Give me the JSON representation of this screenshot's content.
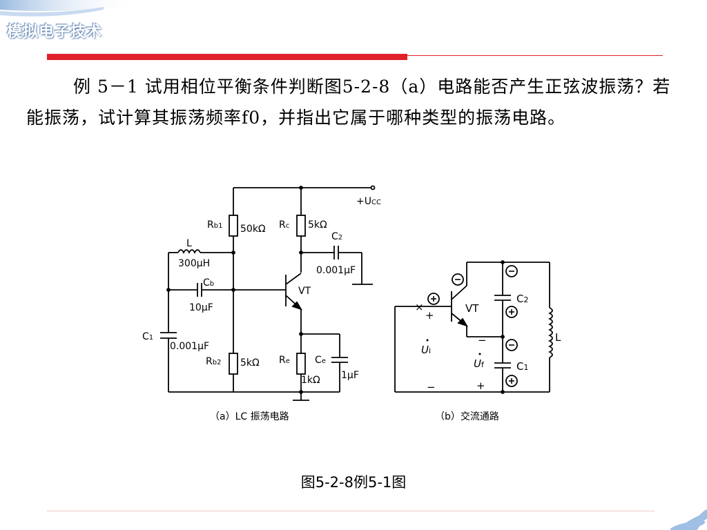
{
  "header": {
    "title": "模拟电子技术"
  },
  "problem": {
    "text": "例 5－1  试用相位平衡条件判断图5-2-8（a）电路能否产生正弦波振荡？若能振荡，试计算其振荡频率f0，并指出它属于哪种类型的振荡电路。"
  },
  "circuit_a": {
    "supply": "+U",
    "supply_sub": "CC",
    "rb1": "R",
    "rb1_sub": "b1",
    "rb1_val": "50kΩ",
    "rc": "R",
    "rc_sub": "c",
    "rc_val": "5kΩ",
    "c2": "C",
    "c2_sub": "2",
    "c2_val": "0.001μF",
    "l": "L",
    "l_val": "300μH",
    "cb": "C",
    "cb_sub": "b",
    "cb_val": "10μF",
    "vt": "VT",
    "c1": "C",
    "c1_sub": "1",
    "c1_val": "0.001μF",
    "rb2": "R",
    "rb2_sub": "b2",
    "rb2_val": "5kΩ",
    "re": "R",
    "re_sub": "e",
    "re_val": "1kΩ",
    "ce": "C",
    "ce_sub": "e",
    "ce_val": "1μF",
    "caption": "（a）LC 振荡电路"
  },
  "circuit_b": {
    "vt": "VT",
    "c2": "C",
    "c2_sub": "2",
    "c1": "C",
    "c1_sub": "1",
    "l": "L",
    "ui": "U",
    "ui_sub": "i",
    "uf": "U",
    "uf_sub": "f",
    "plus": "+",
    "minus": "−",
    "cross": "×",
    "caption": "（b）交流通路"
  },
  "figure": {
    "caption": "图5-2-8例5-1图"
  }
}
